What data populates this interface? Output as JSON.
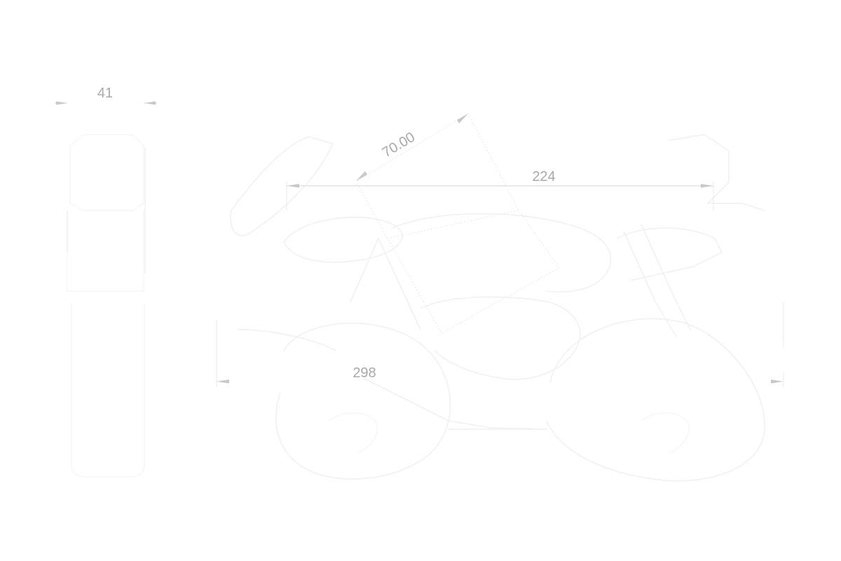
{
  "drawing": {
    "side_view": {
      "dimensions": {
        "wheelbase": "224",
        "overall_length": "298",
        "steering_angle": "70.00"
      }
    },
    "front_view": {
      "dimensions": {
        "width": "41"
      }
    },
    "colors": {
      "dimension_text": "#a9a9a9",
      "dimension_line": "#d6d6d6",
      "outline": "#f1f1f1"
    }
  }
}
